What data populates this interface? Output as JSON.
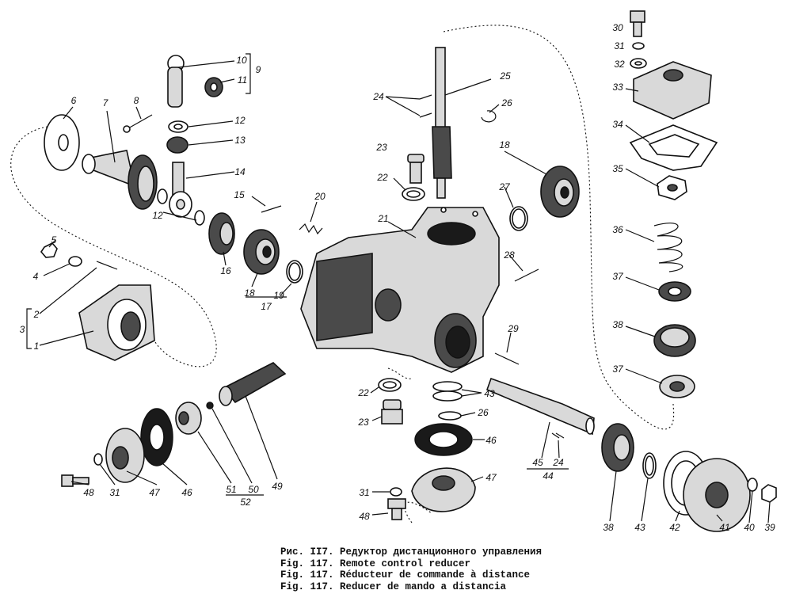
{
  "figure": {
    "caption_lines": [
      "Рис. II7. Редуктор дистанционного управления",
      "Fig. 117. Remote control reducer",
      "Fig. 117. Réducteur de commande à distance",
      "Fig. 117. Reducer de mando a distancia"
    ]
  },
  "callouts": {
    "c1": "1",
    "c2": "2",
    "c3": "3",
    "c4": "4",
    "c5": "5",
    "c6": "6",
    "c7": "7",
    "c8": "8",
    "c9": "9",
    "c10": "10",
    "c11": "11",
    "c12a": "12",
    "c12b": "12",
    "c13": "13",
    "c14": "14",
    "c15": "15",
    "c16": "16",
    "c17": "17",
    "c18a": "18",
    "c18b": "18",
    "c19": "19",
    "c20": "20",
    "c21": "21",
    "c22a": "22",
    "c22b": "22",
    "c23a": "23",
    "c23b": "23",
    "c24a": "24",
    "c24b": "24",
    "c25": "25",
    "c26a": "26",
    "c26b": "26",
    "c27": "27",
    "c28": "28",
    "c29": "29",
    "c30": "30",
    "c31a": "31",
    "c31b": "31",
    "c31c": "31",
    "c32": "32",
    "c33": "33",
    "c34": "34",
    "c35": "35",
    "c36": "36",
    "c37a": "37",
    "c37b": "37",
    "c38a": "38",
    "c38b": "38",
    "c39": "39",
    "c40": "40",
    "c41": "41",
    "c42": "42",
    "c43a": "43",
    "c43b": "43",
    "c44": "44",
    "c45": "45",
    "c46a": "46",
    "c46b": "46",
    "c47a": "47",
    "c47b": "47",
    "c48a": "48",
    "c48b": "48",
    "c49": "49",
    "c50": "50",
    "c51": "51",
    "c52": "52"
  }
}
